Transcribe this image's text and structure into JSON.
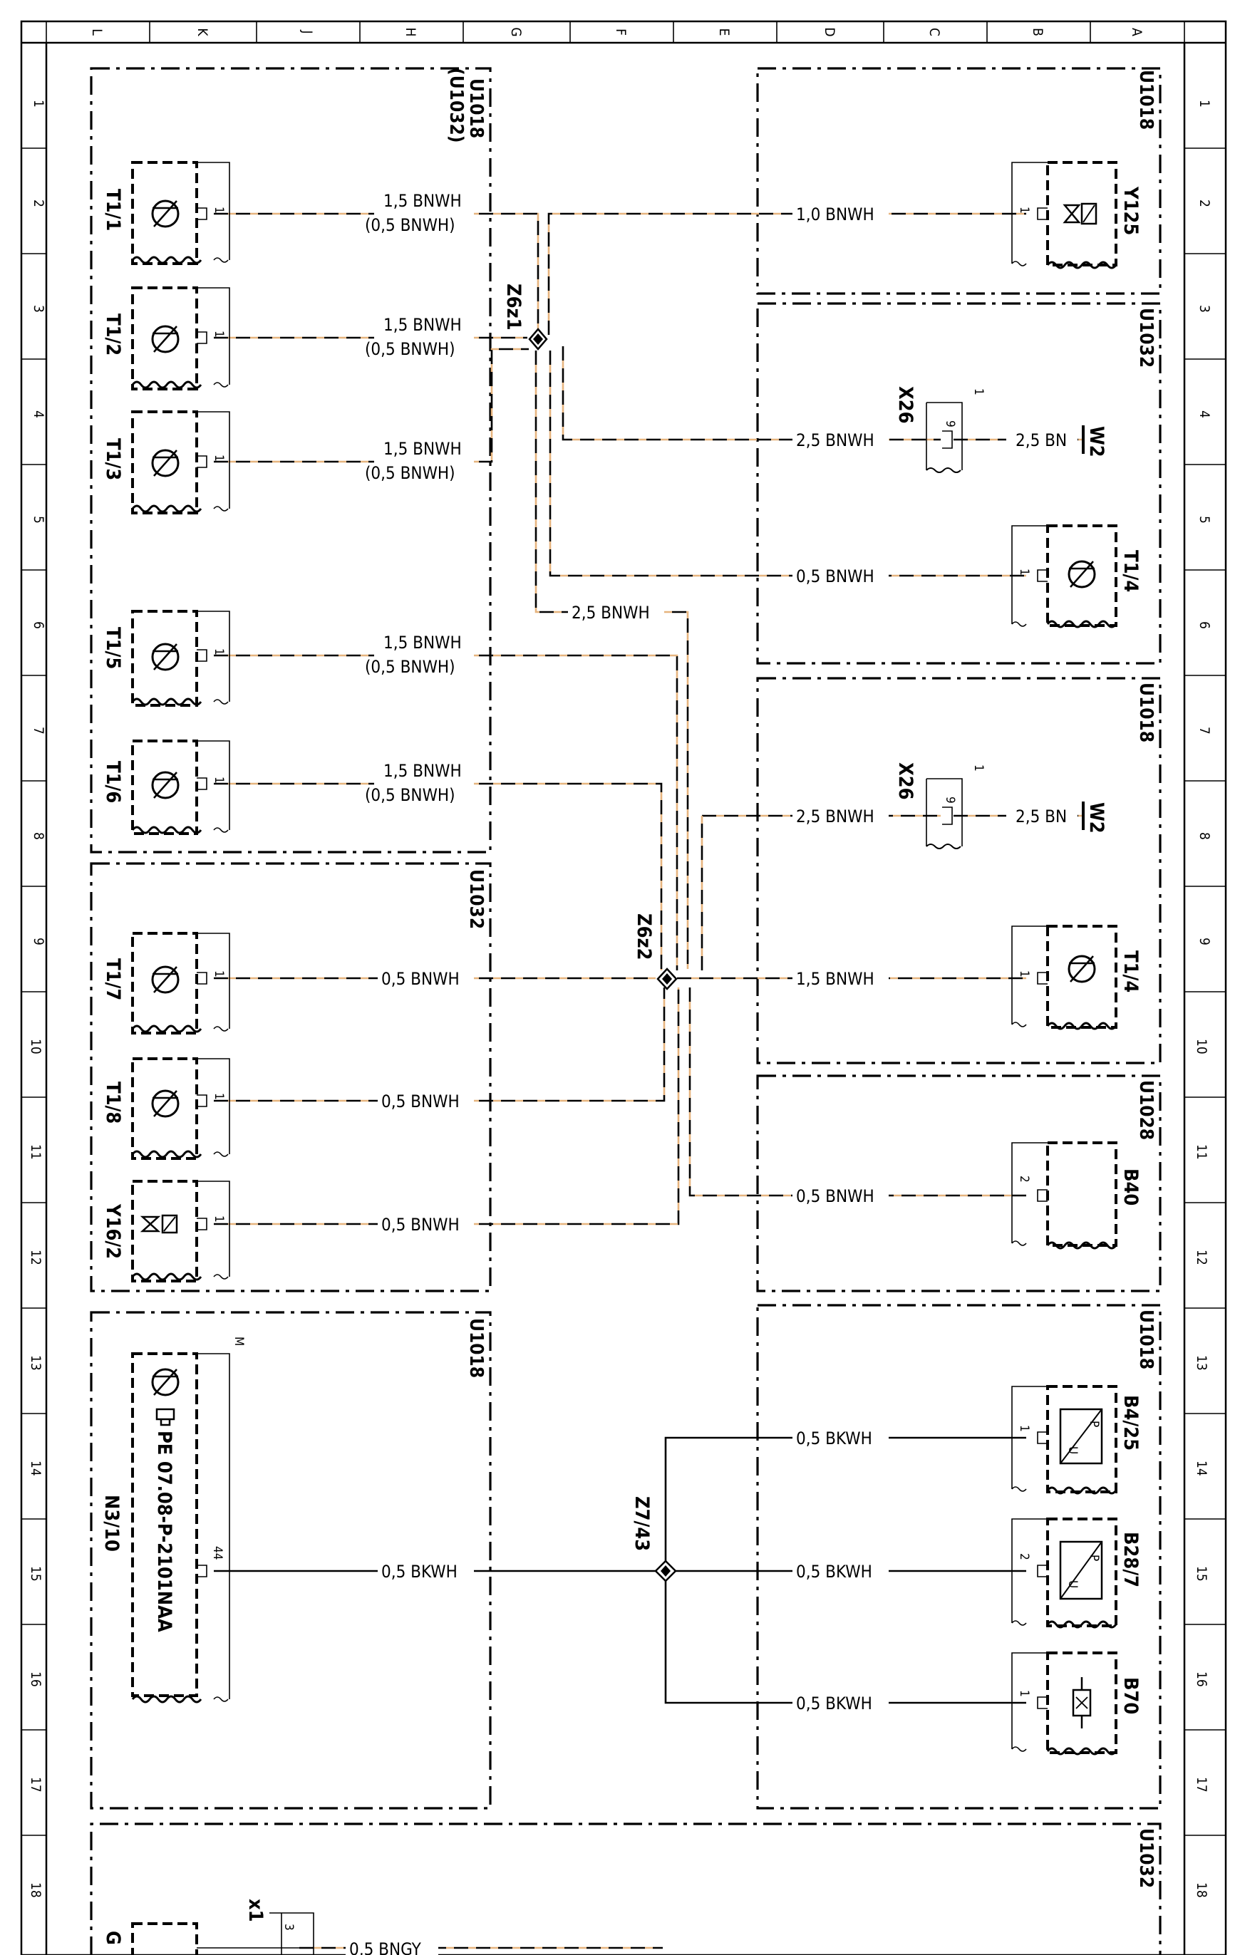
{
  "grid": {
    "columns": [
      "L",
      "K",
      "J",
      "H",
      "G",
      "F",
      "E",
      "D",
      "C",
      "B",
      "A"
    ],
    "rows": [
      "1",
      "2",
      "3",
      "4",
      "5",
      "6",
      "7",
      "8",
      "9",
      "10",
      "11",
      "12",
      "13",
      "14",
      "15",
      "16",
      "17",
      "18"
    ]
  },
  "modules": {
    "m1": "U1018\n(U1032)",
    "m2": "U1032",
    "m3": "U1018",
    "m4": "U1018",
    "m5": "U1032",
    "m6": "U1018",
    "m7": "U1028",
    "m8": "U1018",
    "m9": "U1032"
  },
  "components": {
    "T1_1": "T1/1",
    "T1_2": "T1/2",
    "T1_3": "T1/3",
    "T1_5": "T1/5",
    "T1_6": "T1/6",
    "T1_7": "T1/7",
    "T1_8": "T1/8",
    "Y16_2": "Y16/2",
    "N3_10": "N3/10",
    "PE_ref": "PE 07.08-P-2101NAA",
    "Y125": "Y125",
    "W2a": "W2",
    "X26a": "X26",
    "T1_4a": "T1/4",
    "W2b": "W2",
    "X26b": "X26",
    "T1_4b": "T1/4",
    "B40": "B40",
    "B4_25": "B4/25",
    "B28_7": "B28/7",
    "B70": "B70",
    "G": "G",
    "x1": "x1"
  },
  "splices": {
    "Z6z1": "Z6z1",
    "Z6z2": "Z6z2",
    "Z7_43": "Z7/43"
  },
  "pins": {
    "p1": "1",
    "p2": "2",
    "p9": "9",
    "p44": "44",
    "pM": "M",
    "p3": "3"
  },
  "wire_labels": {
    "w15": "1,5 BNWH",
    "w05alt": "(0,5 BNWH)",
    "w05": "0,5 BNWH",
    "w10": "1,0 BNWH",
    "w25": "2,5 BNWH",
    "w25bn": "2,5 BN",
    "w05bk": "0,5 BKWH",
    "w05bngy": "0,5 BNGY"
  },
  "colors": {
    "brown_white_wire": "#e6b47e",
    "black": "#000000"
  }
}
